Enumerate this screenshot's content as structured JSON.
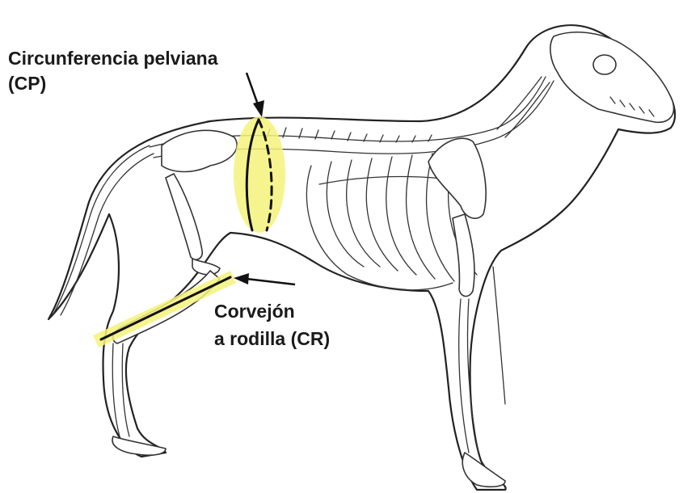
{
  "labels": {
    "pelvic_circumference": {
      "line1": "Circunferencia  pelviana",
      "line2": "(CP)"
    },
    "hock_to_knee": {
      "line1": "Corvejón",
      "line2": "a rodilla (CR)"
    }
  },
  "colors": {
    "highlight": "#f4f27a",
    "outline": "#222222",
    "text": "#1a1a1a",
    "background": "#ffffff"
  }
}
